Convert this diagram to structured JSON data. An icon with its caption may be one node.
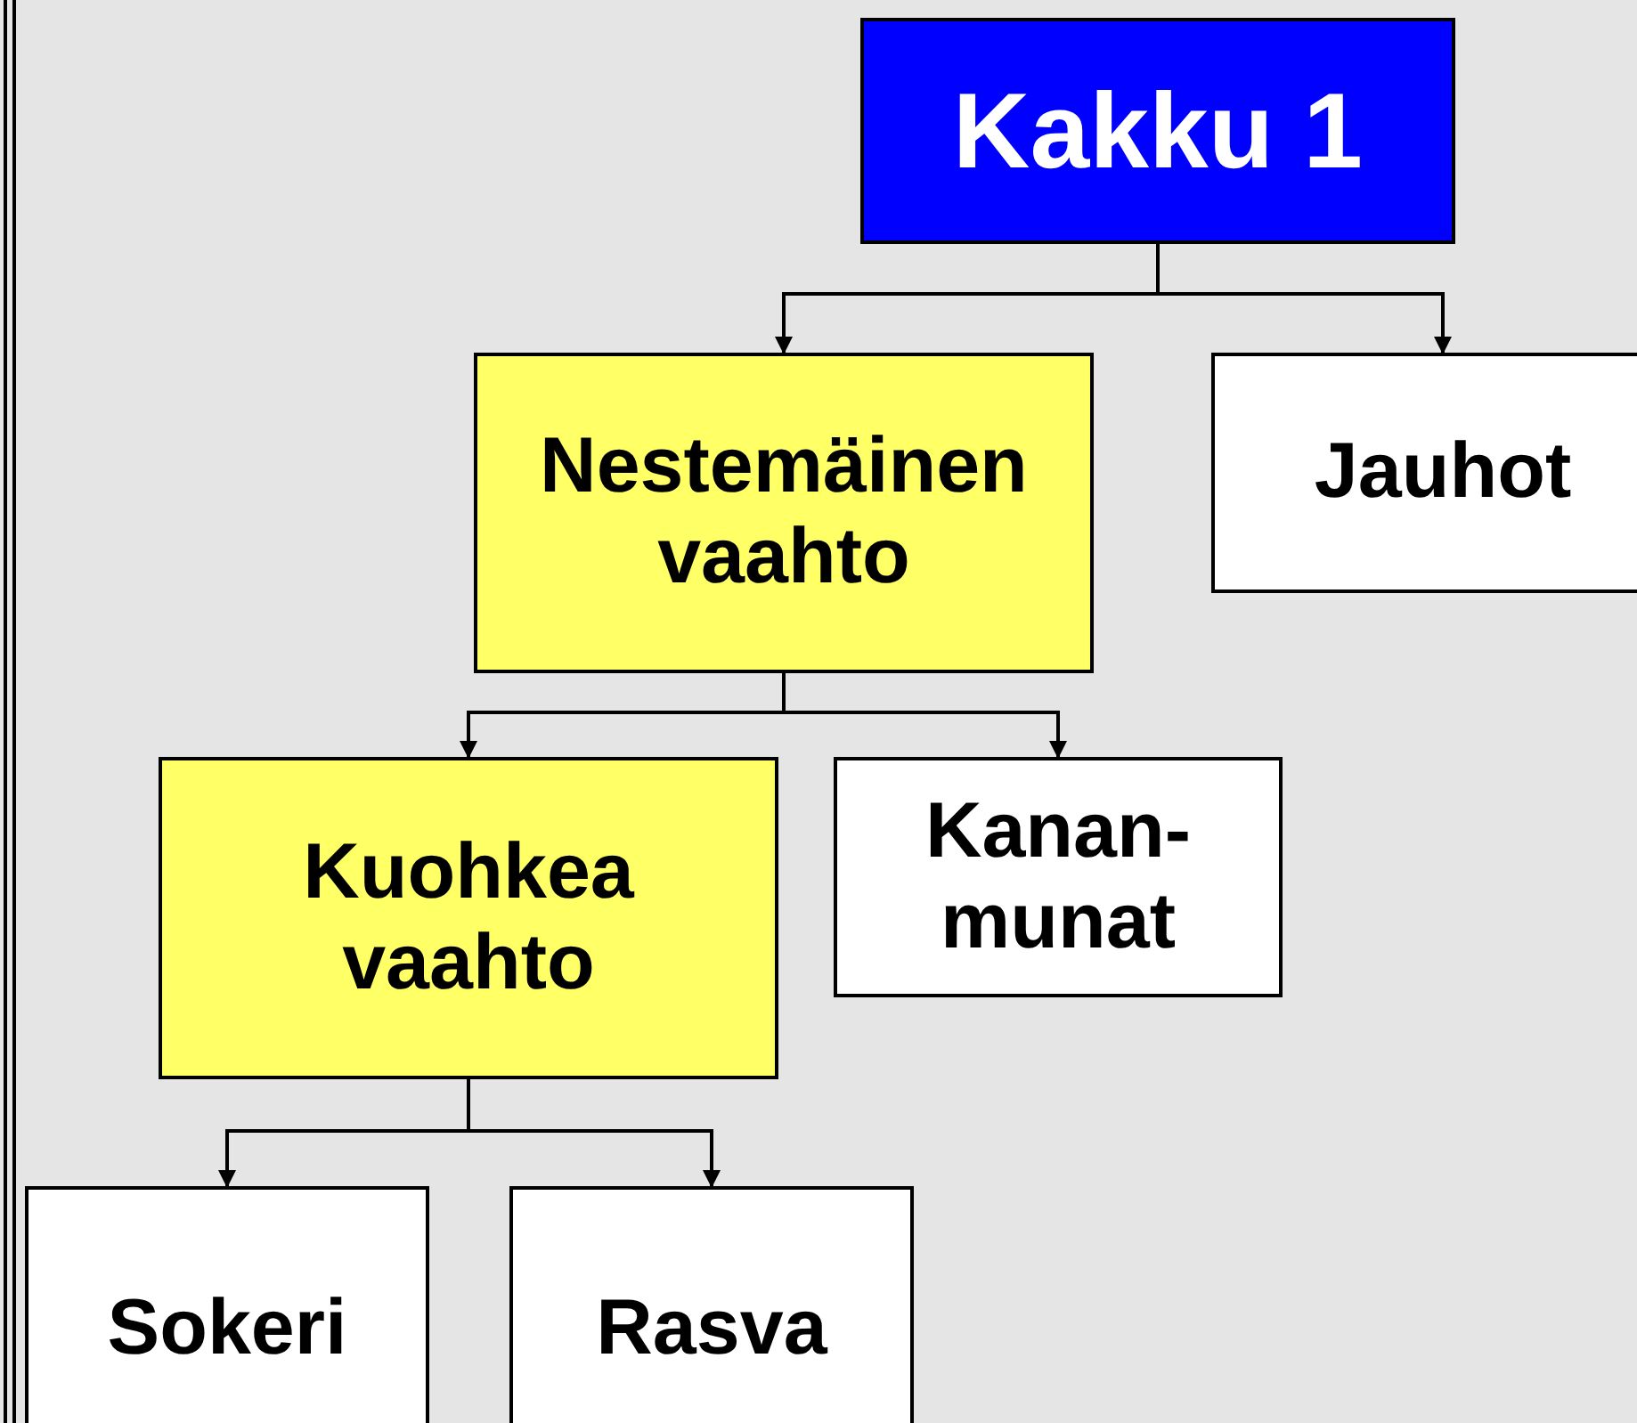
{
  "diagram": {
    "nodes": [
      {
        "text": [
          "Kakku 1"
        ]
      },
      {
        "text": [
          "Nestemäinen vaahto"
        ]
      },
      {
        "text": [
          "Jauhot"
        ]
      },
      {
        "text": [
          "Kuohkea vaahto"
        ]
      },
      {
        "text": [
          "Kanan- munat"
        ]
      },
      {
        "text": [
          "Sokeri"
        ]
      },
      {
        "text": [
          "Rasva"
        ]
      }
    ],
    "edges": [
      {
        "from": 0,
        "to": 1,
        "arrow": "to"
      },
      {
        "from": 0,
        "to": 2,
        "arrow": "to"
      },
      {
        "from": 1,
        "to": 3,
        "arrow": "to"
      },
      {
        "from": 1,
        "to": 4,
        "arrow": "to"
      },
      {
        "from": 3,
        "to": 5,
        "arrow": "to"
      },
      {
        "from": 3,
        "to": 6,
        "arrow": "to"
      }
    ]
  }
}
